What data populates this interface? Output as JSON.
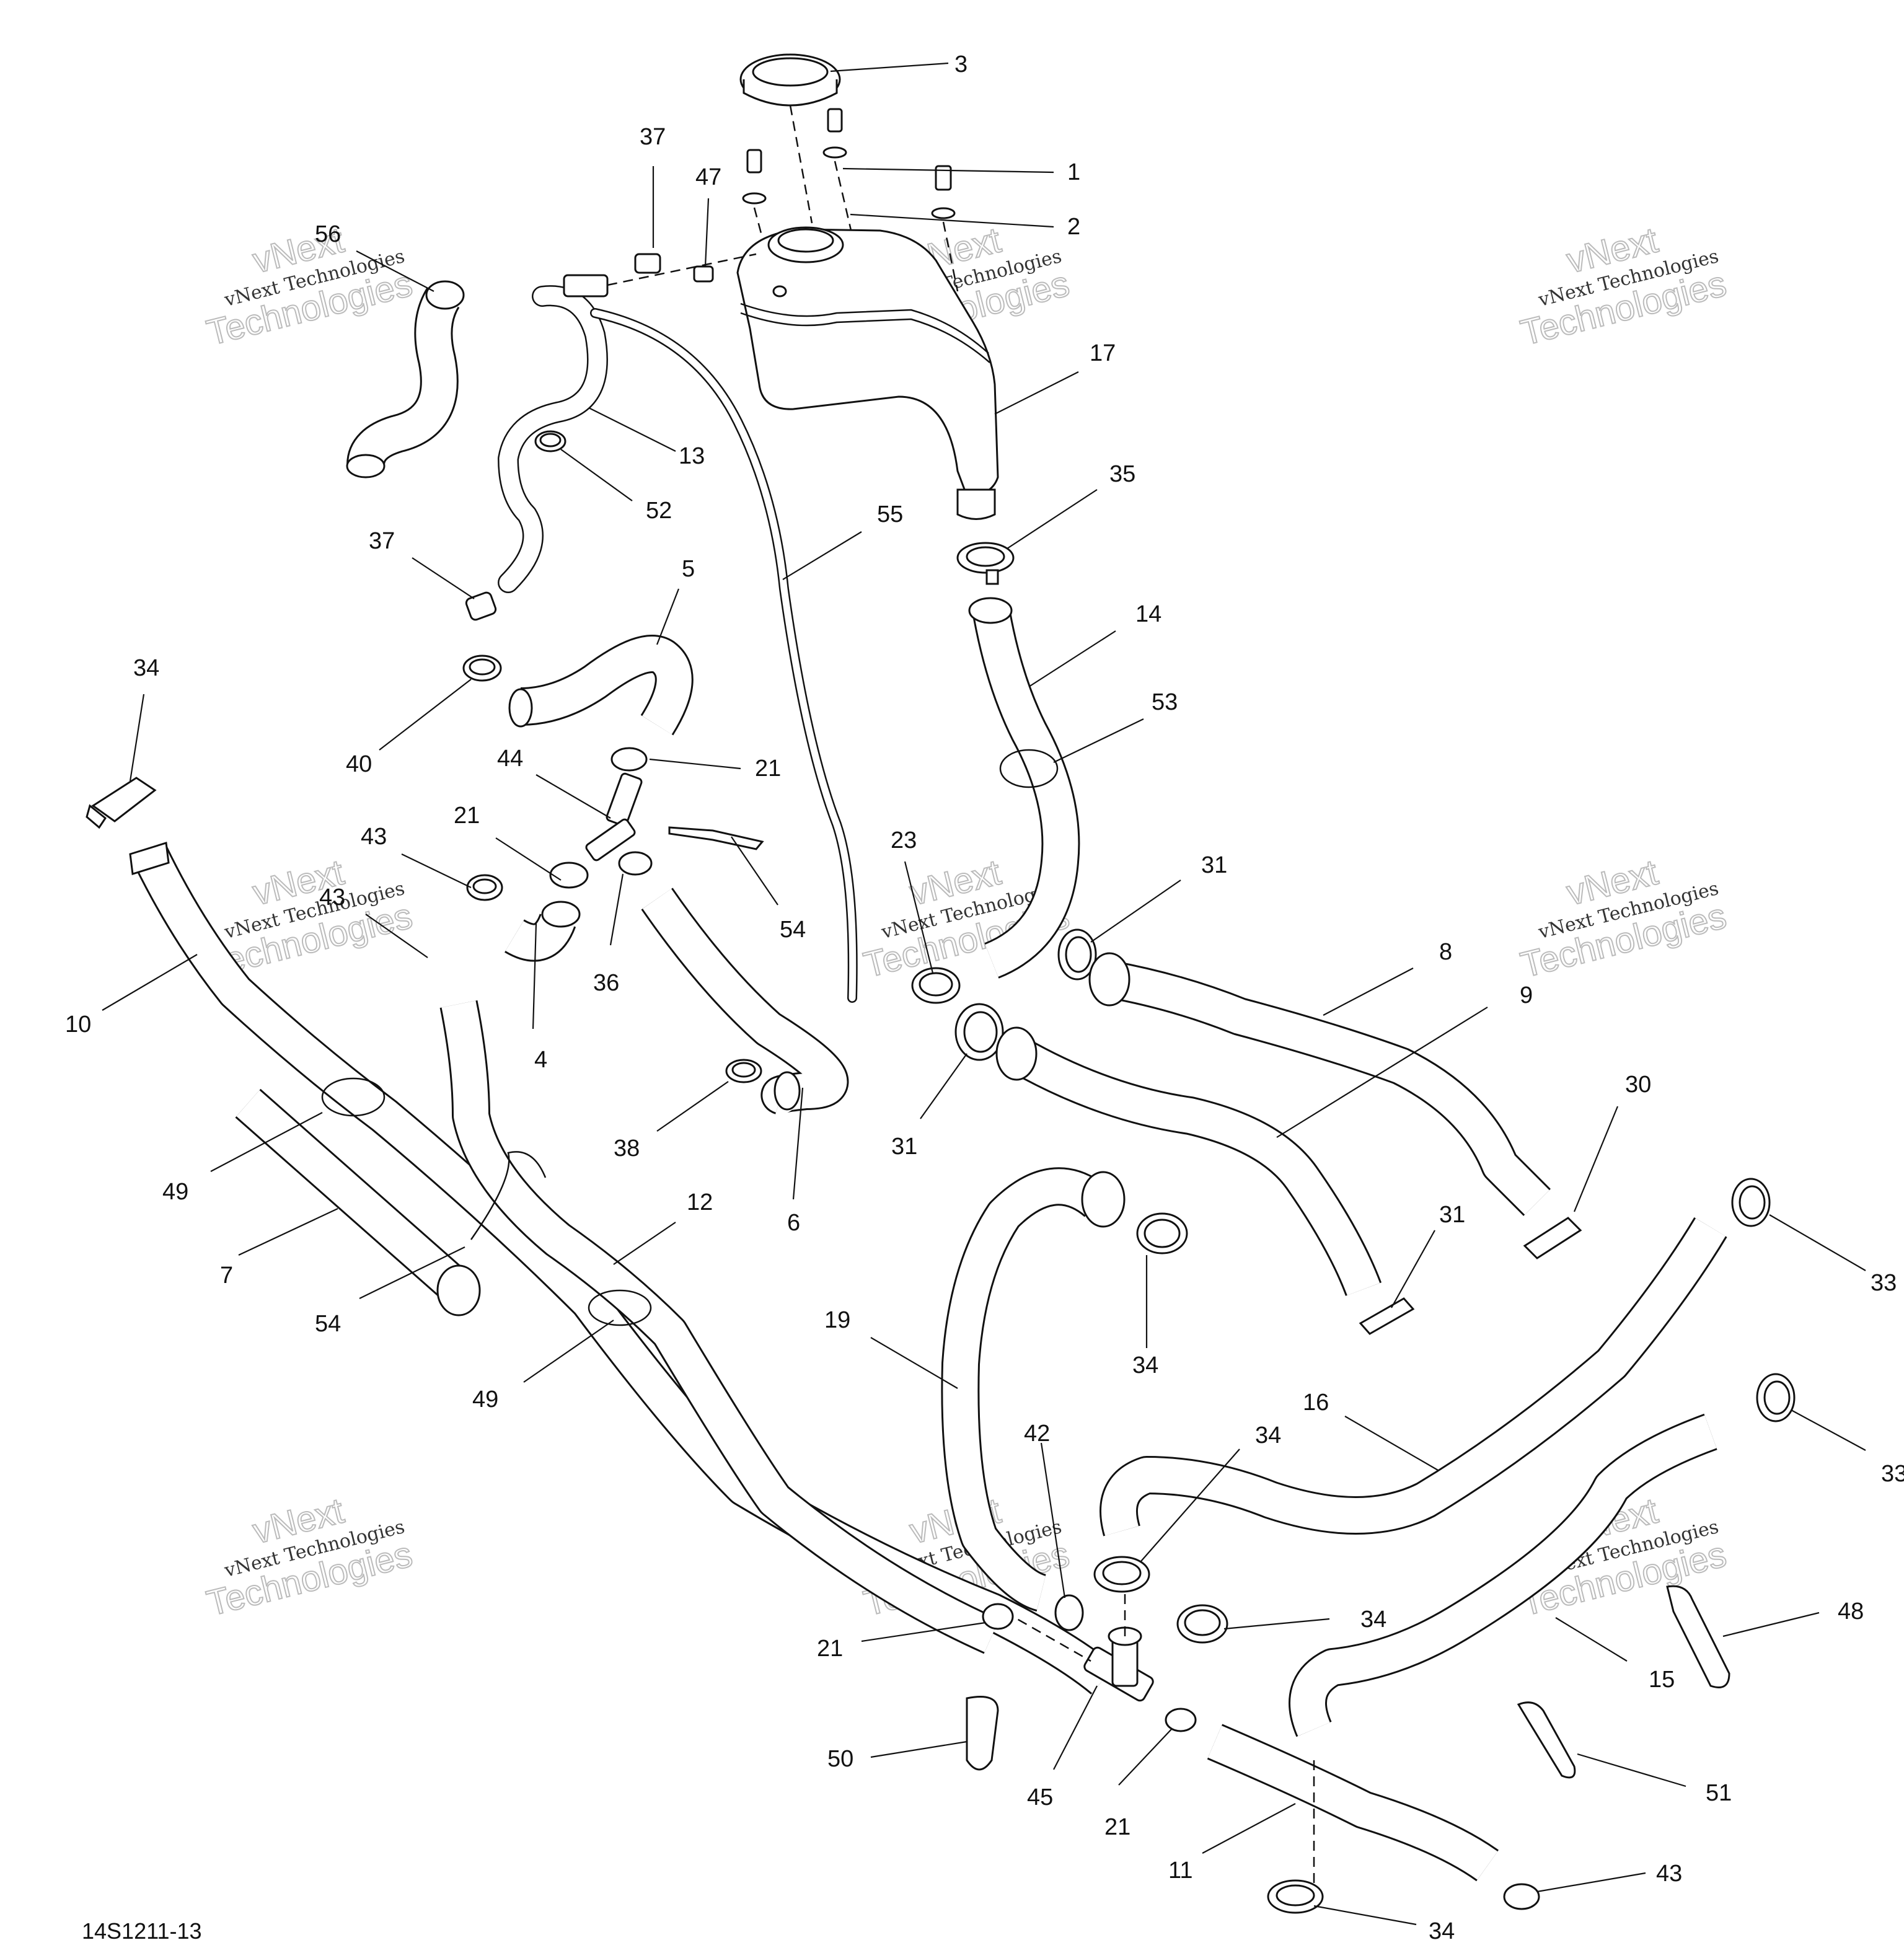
{
  "drawing_code": "14S1211-13",
  "watermark": {
    "line1": "vNext Technologies",
    "line2": "vNext",
    "line3": "Technologies"
  },
  "callouts": [
    {
      "id": "c-3",
      "label": "3"
    },
    {
      "id": "c-37a",
      "label": "37"
    },
    {
      "id": "c-47",
      "label": "47"
    },
    {
      "id": "c-1",
      "label": "1"
    },
    {
      "id": "c-2",
      "label": "2"
    },
    {
      "id": "c-56",
      "label": "56"
    },
    {
      "id": "c-17",
      "label": "17"
    },
    {
      "id": "c-13",
      "label": "13"
    },
    {
      "id": "c-52",
      "label": "52"
    },
    {
      "id": "c-35",
      "label": "35"
    },
    {
      "id": "c-55",
      "label": "55"
    },
    {
      "id": "c-37b",
      "label": "37"
    },
    {
      "id": "c-5",
      "label": "5"
    },
    {
      "id": "c-14",
      "label": "14"
    },
    {
      "id": "c-34a",
      "label": "34"
    },
    {
      "id": "c-40",
      "label": "40"
    },
    {
      "id": "c-53",
      "label": "53"
    },
    {
      "id": "c-44",
      "label": "44"
    },
    {
      "id": "c-21a",
      "label": "21"
    },
    {
      "id": "c-43a",
      "label": "43"
    },
    {
      "id": "c-21b",
      "label": "21"
    },
    {
      "id": "c-23",
      "label": "23"
    },
    {
      "id": "c-31a",
      "label": "31"
    },
    {
      "id": "c-54a",
      "label": "54"
    },
    {
      "id": "c-43b",
      "label": "43"
    },
    {
      "id": "c-8",
      "label": "8"
    },
    {
      "id": "c-36",
      "label": "36"
    },
    {
      "id": "c-9",
      "label": "9"
    },
    {
      "id": "c-10",
      "label": "10"
    },
    {
      "id": "c-4",
      "label": "4"
    },
    {
      "id": "c-38",
      "label": "38"
    },
    {
      "id": "c-31b",
      "label": "31"
    },
    {
      "id": "c-30",
      "label": "30"
    },
    {
      "id": "c-49a",
      "label": "49"
    },
    {
      "id": "c-6",
      "label": "6"
    },
    {
      "id": "c-12",
      "label": "12"
    },
    {
      "id": "c-31c",
      "label": "31"
    },
    {
      "id": "c-33a",
      "label": "33"
    },
    {
      "id": "c-7",
      "label": "7"
    },
    {
      "id": "c-54b",
      "label": "54"
    },
    {
      "id": "c-34b",
      "label": "34"
    },
    {
      "id": "c-19",
      "label": "19"
    },
    {
      "id": "c-49b",
      "label": "49"
    },
    {
      "id": "c-16",
      "label": "16"
    },
    {
      "id": "c-33b",
      "label": "33"
    },
    {
      "id": "c-42",
      "label": "42"
    },
    {
      "id": "c-34c",
      "label": "34"
    },
    {
      "id": "c-34d",
      "label": "34"
    },
    {
      "id": "c-48",
      "label": "48"
    },
    {
      "id": "c-21c",
      "label": "21"
    },
    {
      "id": "c-15",
      "label": "15"
    },
    {
      "id": "c-50",
      "label": "50"
    },
    {
      "id": "c-45",
      "label": "45"
    },
    {
      "id": "c-21d",
      "label": "21"
    },
    {
      "id": "c-51",
      "label": "51"
    },
    {
      "id": "c-11",
      "label": "11"
    },
    {
      "id": "c-43c",
      "label": "43"
    },
    {
      "id": "c-34e",
      "label": "34"
    }
  ]
}
